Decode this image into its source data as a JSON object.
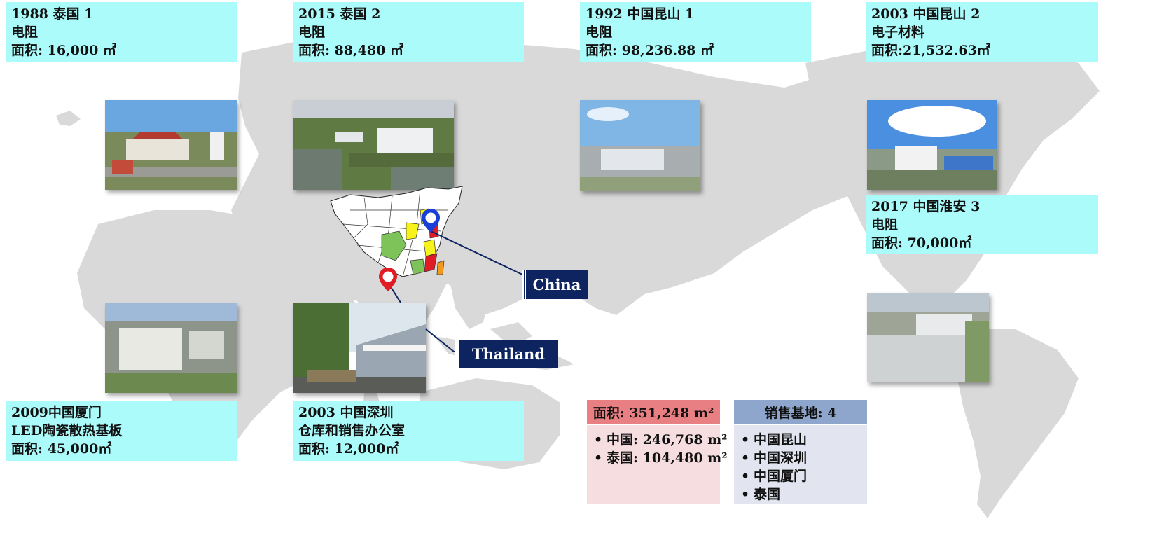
{
  "sites": [
    {
      "year_place": "1988 泰国  1",
      "product": "电阻",
      "area": "面积: 16,000 ㎡"
    },
    {
      "year_place": "2015 泰国  2",
      "product": "电阻",
      "area": "面积: 88,480 ㎡"
    },
    {
      "year_place": "1992 中国昆山  1",
      "product": "电阻",
      "area": "面积: 98,236.88 ㎡"
    },
    {
      "year_place": "2003 中国昆山  2",
      "product": "电子材料",
      "area": "面积:21,532.63㎡"
    },
    {
      "year_place": "2017 中国淮安  3",
      "product": "电阻",
      "area": "面积: 70,000㎡"
    },
    {
      "year_place": "2009中国厦门",
      "product": "LED陶瓷散热基板",
      "area": "面积: 45,000㎡"
    },
    {
      "year_place": "2003 中国深圳",
      "product": "仓库和销售办公室",
      "area": "面积: 12,000㎡"
    }
  ],
  "labels": {
    "china": "China",
    "thailand": "Thailand"
  },
  "area_summary": {
    "title": "面积: 351,248 m²",
    "items": [
      "中国: 246,768 m²",
      "泰国: 104,480 m²"
    ]
  },
  "sales": {
    "title": "销售基地: 4",
    "items": [
      "中国昆山",
      "中国深圳",
      "中国厦门",
      "泰国"
    ]
  },
  "bullet": "•",
  "colors": {
    "info_bg": "#acfbfb",
    "map_land": "#d9d9d9",
    "label_bg": "#0d2461",
    "area_head": "#e87f82",
    "area_body": "#f5dde0",
    "sales_head": "#8ea5cc",
    "sales_body": "#e2e5ef",
    "pin_red": "#e01b24",
    "pin_blue": "#1a3fd6"
  }
}
